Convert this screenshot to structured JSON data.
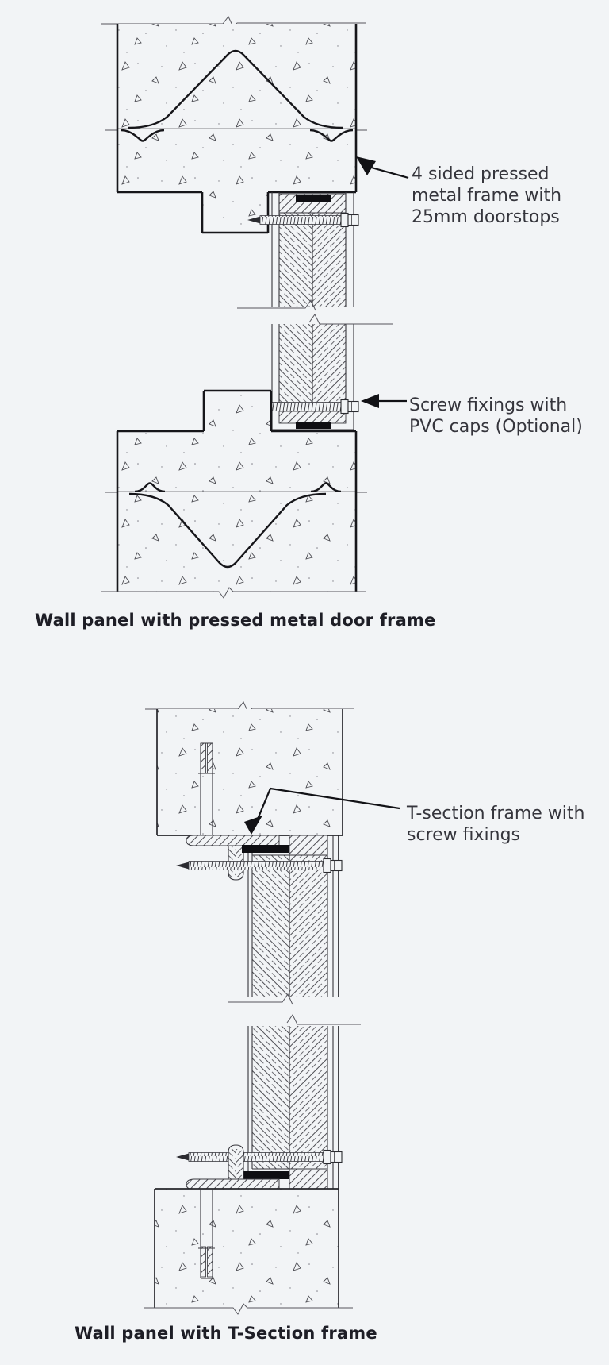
{
  "colors": {
    "paper": "#f2f4f6",
    "ink": "#16161a",
    "text": "#35353c",
    "caption": "#1e1e26"
  },
  "diagram1": {
    "caption": "Wall panel with pressed metal door frame",
    "annotations": [
      {
        "name": "pressed-metal-frame-note",
        "lines": [
          "4 sided pressed",
          "metal frame with",
          "25mm doorstops"
        ]
      },
      {
        "name": "screw-fixings-note",
        "lines": [
          "Screw fixings with",
          "PVC caps (Optional)"
        ]
      }
    ]
  },
  "diagram2": {
    "caption": "Wall panel with T-Section frame",
    "annotations": [
      {
        "name": "t-section-frame-note",
        "lines": [
          "T-section frame with",
          "screw fixings"
        ]
      }
    ]
  }
}
